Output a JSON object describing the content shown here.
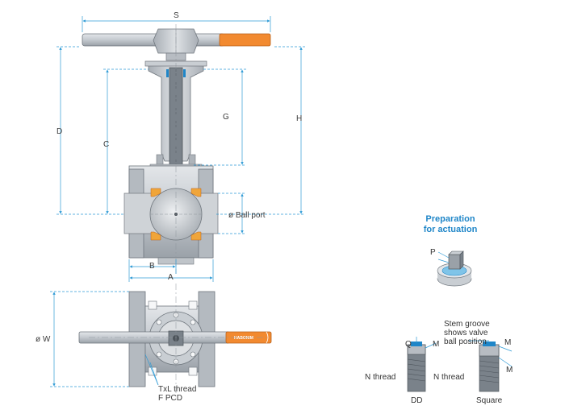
{
  "dimensions": {
    "s": "S",
    "d": "D",
    "c": "C",
    "g": "G",
    "h": "H",
    "ball_port": "ø Ball port",
    "b": "B",
    "a": "A",
    "w": "ø W",
    "txl_thread": "TxL thread",
    "f_pcd": "F PCD"
  },
  "actuation": {
    "title_line1": "Preparation",
    "title_line2": "for actuation",
    "p": "P"
  },
  "stem": {
    "note_line1": "Stem groove",
    "note_line2": "shows valve",
    "note_line3": "ball position",
    "q": "Q",
    "m_dd": "M",
    "m_sq_top": "M",
    "m_sq_bottom": "M",
    "n_thread_dd": "N thread",
    "n_thread_sq": "N thread",
    "dd_label": "DD",
    "square_label": "Square"
  },
  "brand": "HABONIM",
  "colors": {
    "accent": "#1f86c8",
    "handle": "#f28a30",
    "metal": "#c4c9cf",
    "metal_dark": "#8e959c",
    "seat": "#f0a53a",
    "dim_line": "#2f9bd6"
  }
}
